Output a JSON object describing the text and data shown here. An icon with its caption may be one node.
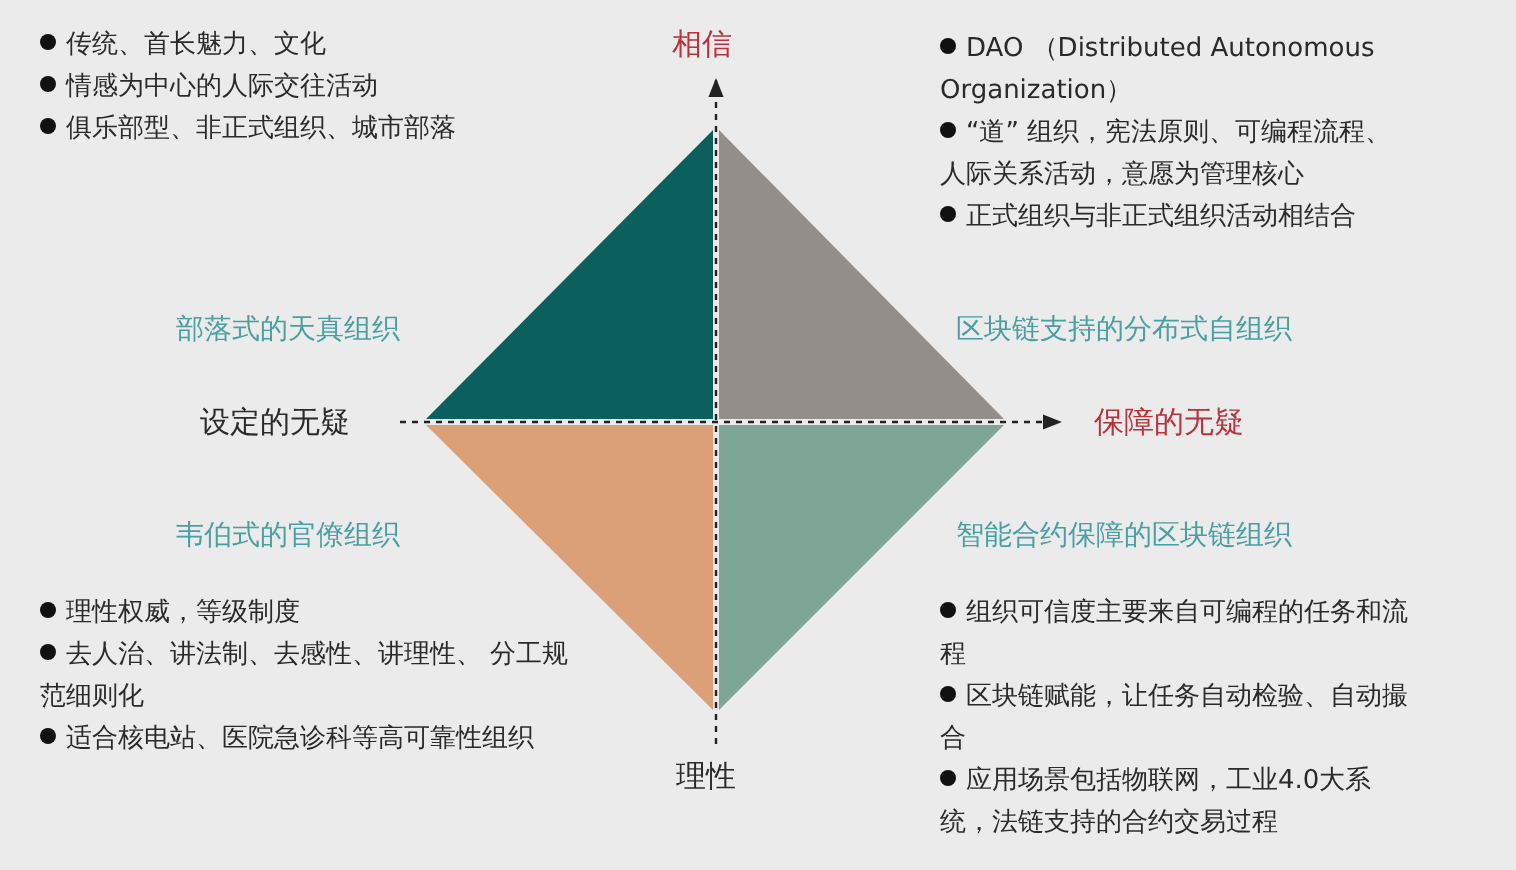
{
  "diagram": {
    "labels": [
      "传统、首长魅力、文化",
      "情感为中心的人际交往活动",
      "俱乐部型、非正式组织、城市部落",
      "相信",
      "DAO （Distributed Autonomous Organization）",
      "“道” 组织，宪法原则、可编程流程、人际关系活动，意愿为管理核心",
      "正式组织与非正式组织活动相结合",
      "部落式的天真组织",
      "区块链支持的分布式自组织",
      "设定的无疑",
      "保障的无疑",
      "韦伯式的官僚组织",
      "智能合约保障的区块链组织",
      "理性权威，等级制度",
      "去人治、讲法制、去感性、讲理性、 分工规范细则化",
      "适合核电站、医院急诊科等高可靠性组织",
      "组织可信度主要来自可编程的任务和流程",
      "区块链赋能，让任务自动检验、自动撮合",
      "应用场景包括物联网，工业4.0大系统，法链支持的合约交易过程",
      "理性"
    ]
  }
}
